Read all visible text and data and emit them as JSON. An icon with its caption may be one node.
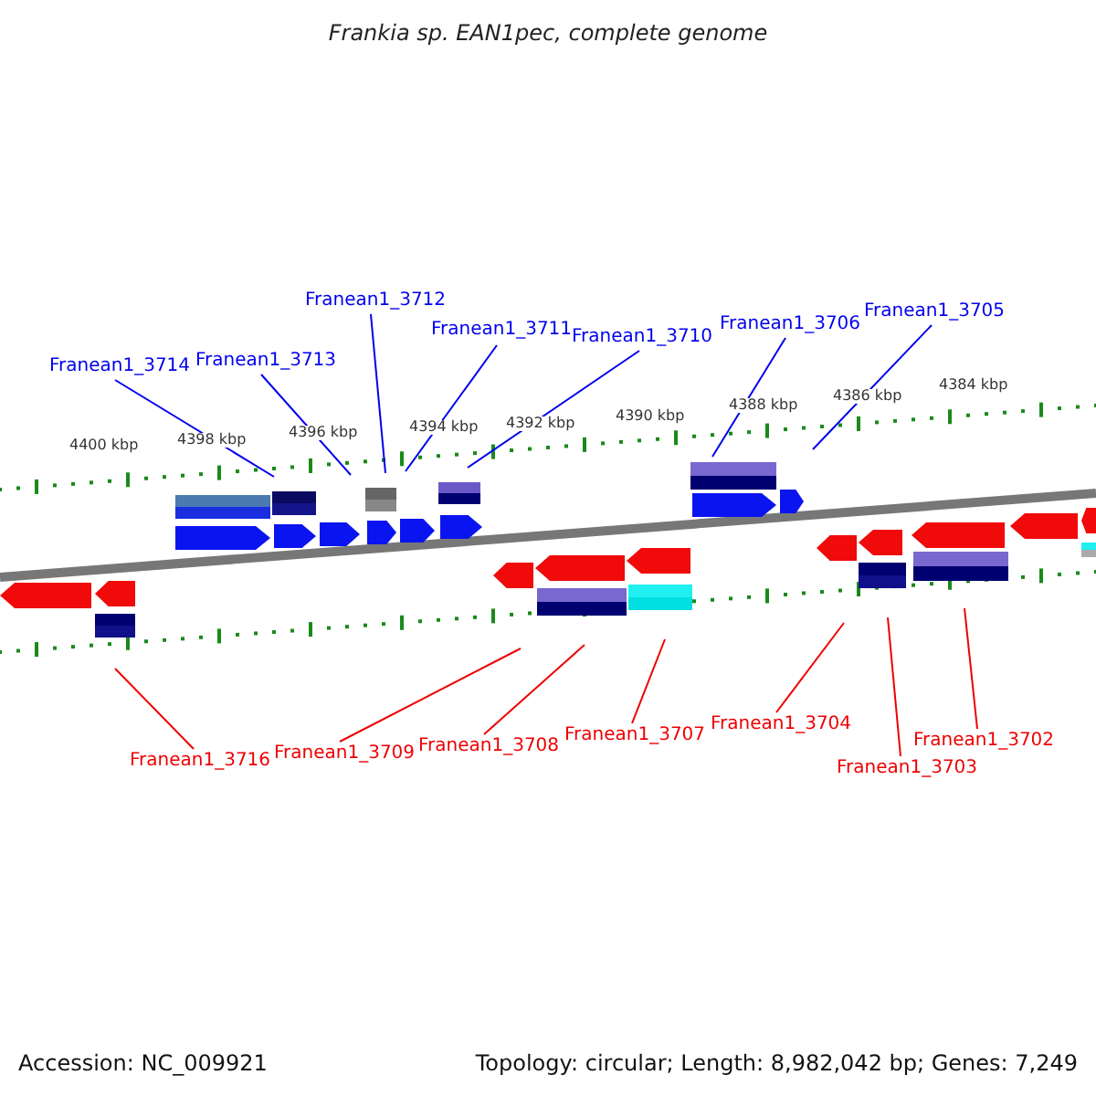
{
  "diagram": {
    "title": "Frankia sp. EAN1pec, complete genome",
    "nodes": [
      {
        "text": [
          "Franean1_3714"
        ]
      },
      {
        "text": [
          "Franean1_3713"
        ]
      },
      {
        "text": [
          "Franean1_3712"
        ]
      },
      {
        "text": [
          "Franean1_3711"
        ]
      },
      {
        "text": [
          "Franean1_3710"
        ]
      },
      {
        "text": [
          "Franean1_3706"
        ]
      },
      {
        "text": [
          "Franean1_3705"
        ]
      },
      {
        "text": [
          "Franean1_3716"
        ]
      },
      {
        "text": [
          "Franean1_3709"
        ]
      },
      {
        "text": [
          "Franean1_3708"
        ]
      },
      {
        "text": [
          "Franean1_3707"
        ]
      },
      {
        "text": [
          "Franean1_3704"
        ]
      },
      {
        "text": [
          "Franean1_3703"
        ]
      },
      {
        "text": [
          "Franean1_3702"
        ]
      }
    ],
    "edges": [
      {
        "from": 0,
        "to": null,
        "arrow": "none"
      },
      {
        "from": 1,
        "to": null,
        "arrow": "none"
      },
      {
        "from": 2,
        "to": null,
        "arrow": "none"
      },
      {
        "from": 3,
        "to": null,
        "arrow": "none"
      },
      {
        "from": 4,
        "to": null,
        "arrow": "none"
      },
      {
        "from": 5,
        "to": null,
        "arrow": "none"
      },
      {
        "from": 6,
        "to": null,
        "arrow": "none"
      },
      {
        "from": 7,
        "to": null,
        "arrow": "none",
        "color": "#ee0000"
      },
      {
        "from": 8,
        "to": null,
        "arrow": "none",
        "color": "#ee0000"
      },
      {
        "from": 9,
        "to": null,
        "arrow": "none",
        "color": "#ee0000"
      },
      {
        "from": 10,
        "to": null,
        "arrow": "none",
        "color": "#ee0000"
      },
      {
        "from": 11,
        "to": null,
        "arrow": "none",
        "color": "#ee0000"
      },
      {
        "from": 12,
        "to": null,
        "arrow": "none",
        "color": "#ee0000"
      },
      {
        "from": 13,
        "to": null,
        "arrow": "none",
        "color": "#ee0000"
      }
    ],
    "labels": [
      "4400 kbp",
      "4398 kbp",
      "4396 kbp",
      "4394 kbp",
      "4392 kbp",
      "4390 kbp",
      "4388 kbp",
      "4386 kbp",
      "4384 kbp",
      "Accession: NC_009921",
      "Topology: circular; Length: 8,982,042 bp; Genes: 7,249"
    ]
  }
}
